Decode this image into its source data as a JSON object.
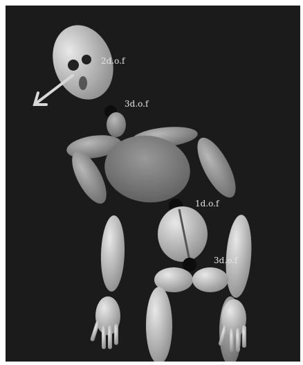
{
  "colors": {
    "background": "#1b1b1b",
    "segment_light": "#c9c9c9",
    "segment_dark": "#8a8a8a",
    "joint": "#0d0d0d",
    "label": "#e6e6e6"
  },
  "labels": {
    "head": "2d.o.f",
    "neck": "3d.o.f",
    "waist": "1d.o.f",
    "hip": "3d.o.f"
  },
  "icons": {
    "gaze_arrow": "arrow-icon"
  }
}
